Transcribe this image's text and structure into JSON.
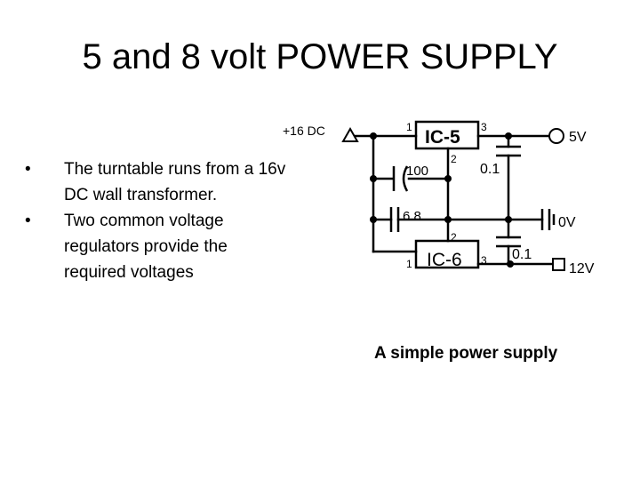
{
  "slide": {
    "title": "5 and 8 volt POWER SUPPLY",
    "bullets": [
      "The turntable runs from a 16v DC wall transformer.",
      "Two common voltage regulators provide the required voltages"
    ],
    "bullet_glyph": "•",
    "caption": "A simple power supply"
  },
  "circuit": {
    "input_label": "+16 DC",
    "ic_top": {
      "label": "IC-5",
      "pin_in": "1",
      "pin_gnd": "2",
      "pin_out": "3"
    },
    "ic_bottom": {
      "label": "IC-6",
      "pin_in": "1",
      "pin_gnd": "2",
      "pin_out": "3"
    },
    "cap_input_top": "100",
    "cap_input_bottom": "6.8",
    "cap_output_top": "0.1",
    "cap_output_bottom": "0.1",
    "out_top": "5V",
    "out_ground": "0V",
    "out_bottom": "12V"
  }
}
